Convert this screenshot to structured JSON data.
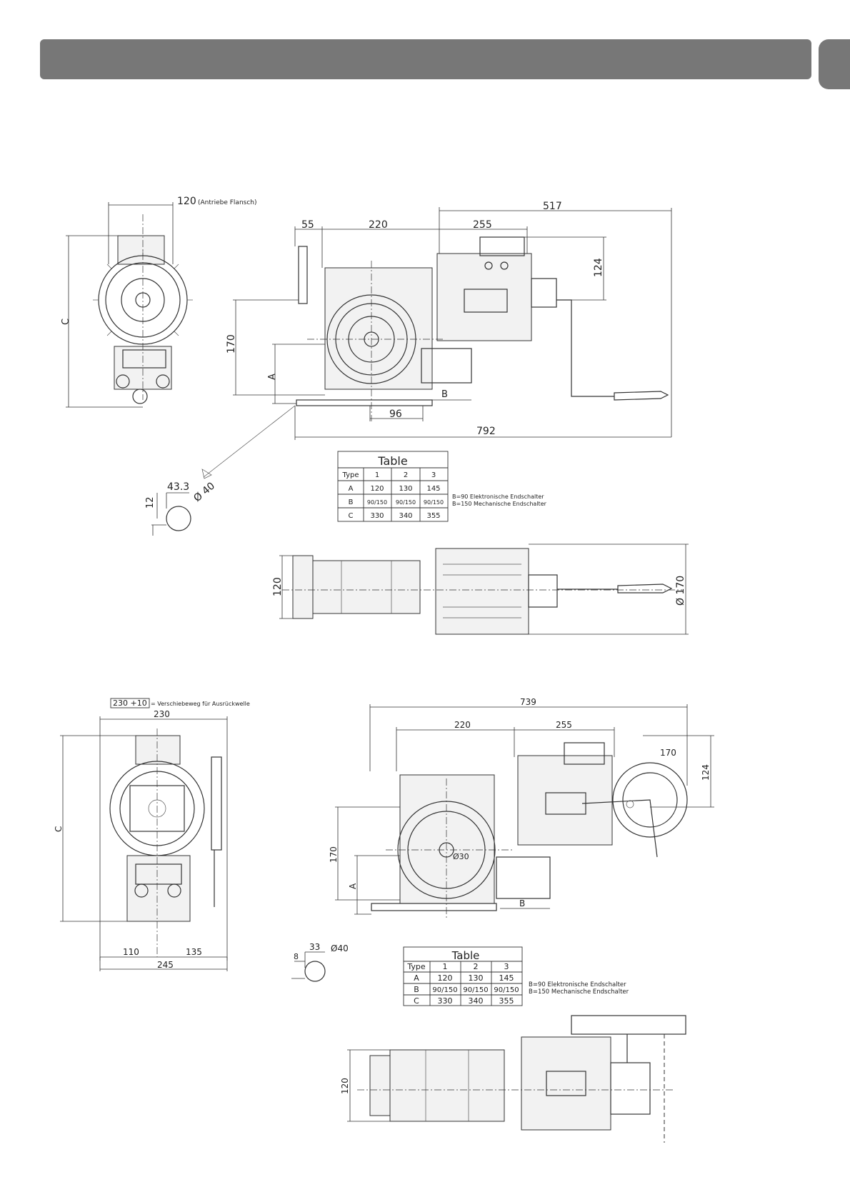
{
  "header": {
    "color": "#777777"
  },
  "drawing1": {
    "dims": {
      "flange": "120",
      "flange_note": "(Antriebe Flansch)",
      "d55": "55",
      "d220": "220",
      "d255": "255",
      "d517": "517",
      "d124": "124",
      "d170": "170",
      "dA": "A",
      "dB": "B",
      "dC": "C",
      "d96": "96",
      "d792": "792",
      "plan_120": "120",
      "plan_d170": "Ø 170"
    },
    "shaft": {
      "len": "43.3",
      "key": "12",
      "dia": "Ø 40"
    },
    "table": {
      "title": "Table",
      "header": [
        "Type",
        "1",
        "2",
        "3"
      ],
      "rows": [
        [
          "A",
          "120",
          "130",
          "145"
        ],
        [
          "B",
          "90/150",
          "90/150",
          "90/150"
        ],
        [
          "C",
          "330",
          "340",
          "355"
        ]
      ],
      "notes": [
        "B=90 Elektronische Endschalter",
        "B=150 Mechanische Endschalter"
      ]
    }
  },
  "drawing2": {
    "travel": "230 +10",
    "travel_note": "= Verschiebeweg für Ausrückwelle",
    "dims": {
      "d230": "230",
      "dC": "C",
      "d110": "110",
      "d135": "135",
      "d245": "245",
      "d739": "739",
      "d220": "220",
      "d255": "255",
      "d170w": "170",
      "d124": "124",
      "d170": "170",
      "dA": "A",
      "dB": "B",
      "bore": "Ø30",
      "plan_120": "120"
    },
    "shaft": {
      "len": "33",
      "key": "8",
      "dia": "Ø40"
    },
    "table": {
      "title": "Table",
      "header": [
        "Type",
        "1",
        "2",
        "3"
      ],
      "rows": [
        [
          "A",
          "120",
          "130",
          "145"
        ],
        [
          "B",
          "90/150",
          "90/150",
          "90/150"
        ],
        [
          "C",
          "330",
          "340",
          "355"
        ]
      ],
      "notes": [
        "B=90 Elektronische Endschalter",
        "B=150 Mechanische Endschalter"
      ]
    }
  }
}
